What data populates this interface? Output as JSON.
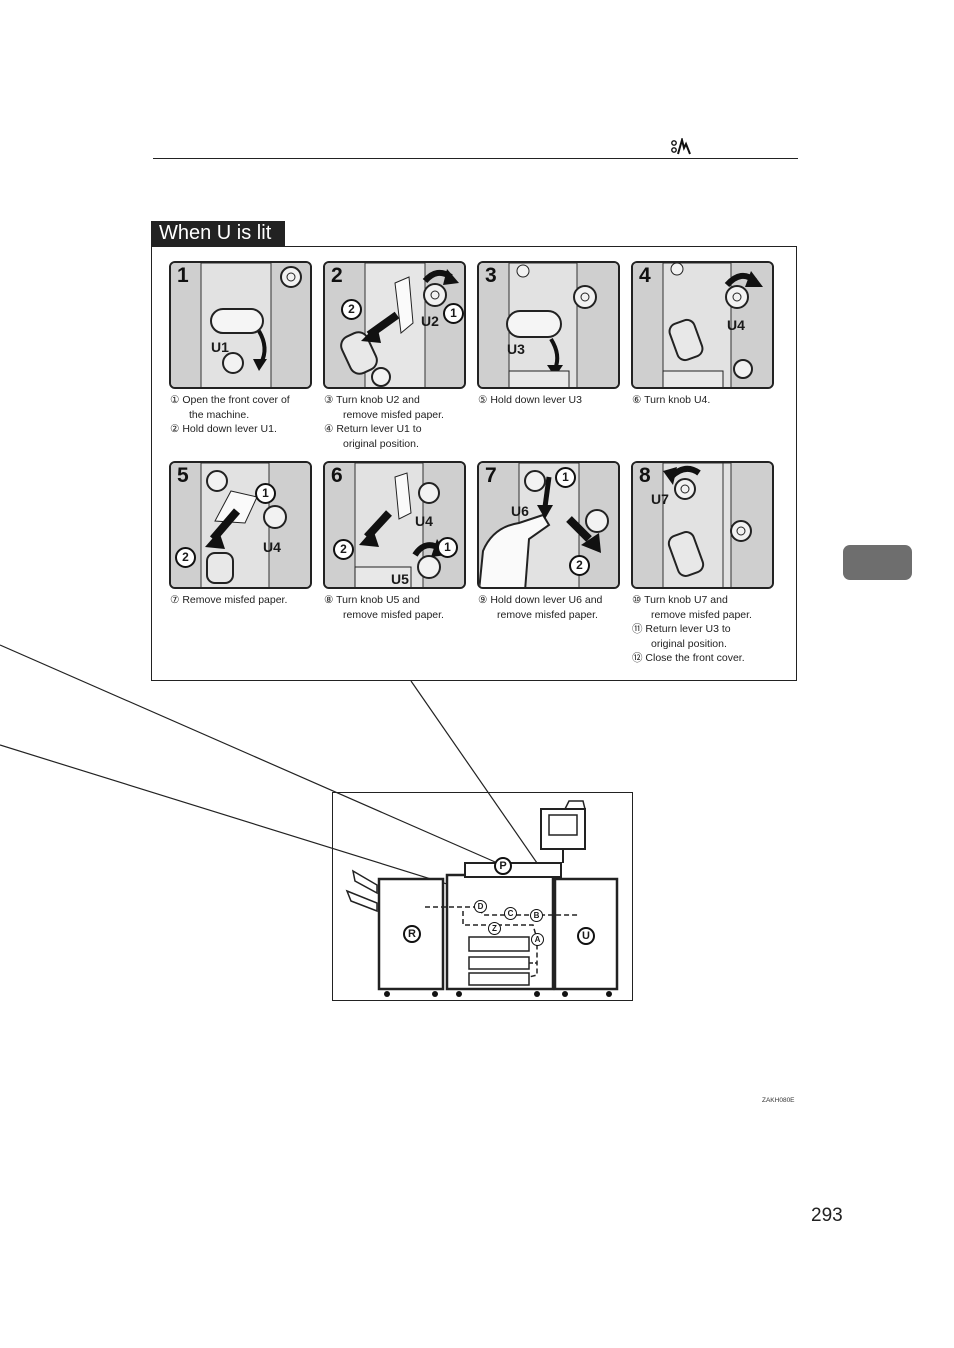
{
  "header": {
    "icon": "paper-jam-icon"
  },
  "section": {
    "title": "When U is lit"
  },
  "steps": [
    {
      "num": "1",
      "labels": [
        "U1"
      ],
      "caption": [
        "① Open the front cover of",
        "the machine.",
        "② Hold down lever U1."
      ]
    },
    {
      "num": "2",
      "labels": [
        "U2"
      ],
      "caption": [
        "③ Turn knob U2 and",
        "remove misfed paper.",
        "④ Return lever U1 to",
        "original position."
      ]
    },
    {
      "num": "3",
      "labels": [
        "U3"
      ],
      "caption": [
        "⑤ Hold down lever U3"
      ]
    },
    {
      "num": "4",
      "labels": [
        "U4"
      ],
      "caption": [
        "⑥ Turn knob U4."
      ]
    },
    {
      "num": "5",
      "labels": [
        "U4"
      ],
      "caption": [
        "⑦ Remove misfed paper."
      ]
    },
    {
      "num": "6",
      "labels": [
        "U4",
        "U5"
      ],
      "caption": [
        "⑧ Turn knob U5 and",
        "remove misfed paper."
      ]
    },
    {
      "num": "7",
      "labels": [
        "U6"
      ],
      "caption": [
        "⑨ Hold down lever U6 and",
        "remove misfed paper."
      ]
    },
    {
      "num": "8",
      "labels": [
        "U7"
      ],
      "caption": [
        "⑩ Turn knob U7 and",
        "remove misfed paper.",
        "⑪ Return lever U3 to",
        "original position.",
        "⑫ Close the front cover."
      ]
    }
  ],
  "callouts": {
    "one": "1",
    "two": "2"
  },
  "overview": {
    "labels": {
      "p": "P",
      "r": "R",
      "u": "U",
      "a": "A",
      "b": "B",
      "c": "C",
      "d": "D",
      "z": "Z"
    }
  },
  "footer": {
    "figure_code": "ZAKH080E",
    "page_number": "293"
  }
}
